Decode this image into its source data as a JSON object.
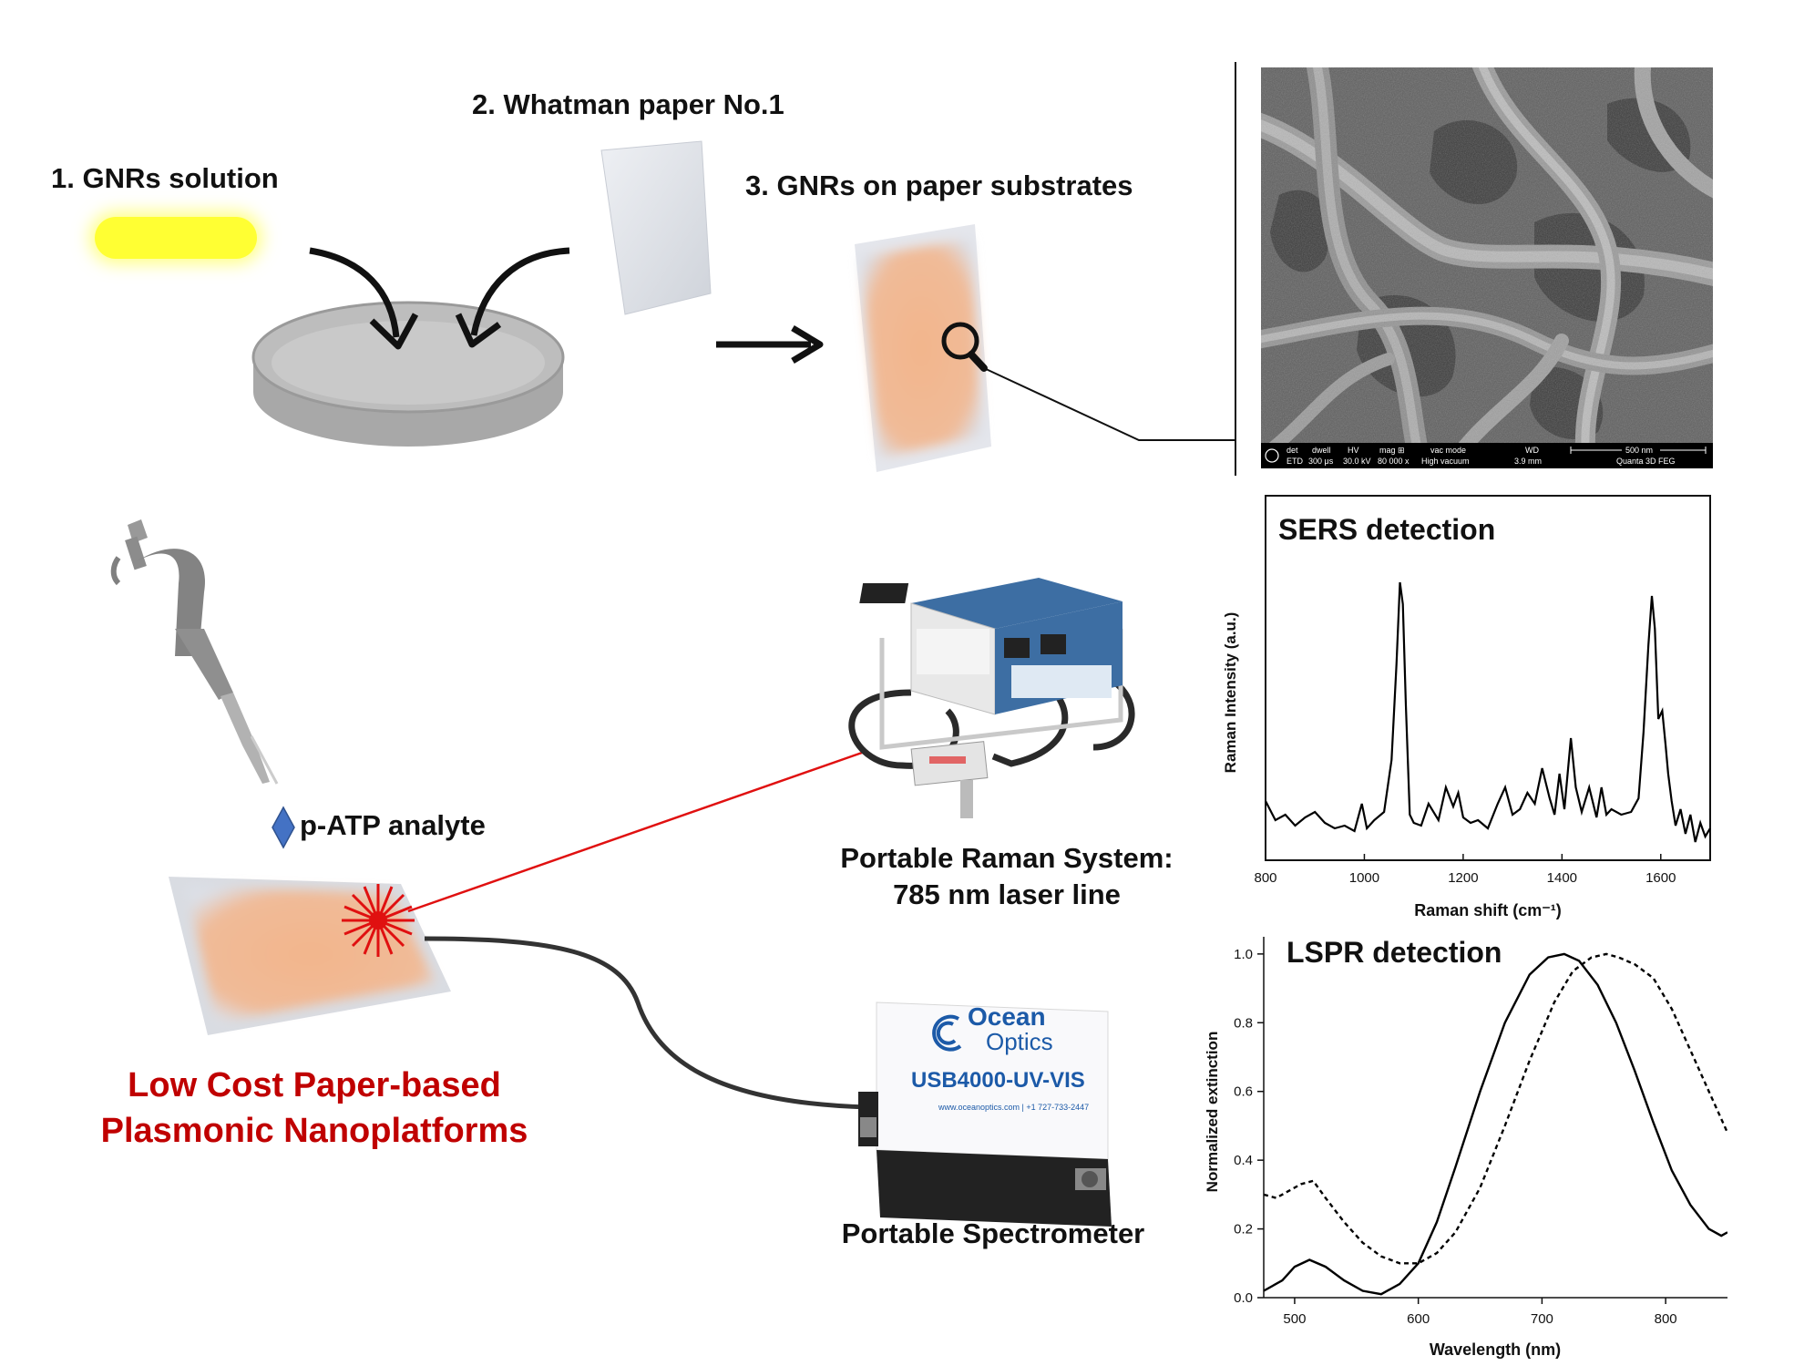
{
  "steps": {
    "step1": "1. GNRs solution",
    "step2": "2. Whatman paper No.1",
    "step3": "3. GNRs on paper substrates"
  },
  "analyte": "p-ATP analyte",
  "platform_title": [
    "Low Cost Paper-based",
    "Plasmonic Nanoplatforms"
  ],
  "raman_system": [
    "Portable Raman System:",
    "785 nm laser line"
  ],
  "spectrometer": {
    "caption": "Portable Spectrometer",
    "brand_top": "Ocean",
    "brand_bottom": "Optics",
    "model": "USB4000-UV-VIS",
    "small_print": "www.oceanoptics.com | +1 727-733-2447"
  },
  "sem": {
    "info_headers": [
      "det",
      "dwell",
      "HV",
      "mag ⊞",
      "vac mode",
      "WD",
      "500 nm"
    ],
    "info_values": [
      "ETD",
      "300 μs",
      "30.0 kV",
      "80 000 x",
      "High vacuum",
      "3.9 mm",
      "Quanta 3D FEG"
    ]
  },
  "colors": {
    "laser": "#e01010",
    "title_red": "#c00000",
    "gnr_yellow": "#ffff33",
    "substrate": "#f0b896",
    "diamond": "#4472c4"
  },
  "chart_data": [
    {
      "type": "line",
      "title": "SERS detection",
      "xlabel": "Raman shift (cm⁻¹)",
      "ylabel": "Raman Intensity (a.u.)",
      "xlim": [
        800,
        1700
      ],
      "ylim": [
        0,
        1
      ],
      "xticks": [
        800,
        1000,
        1200,
        1400,
        1600
      ],
      "series": [
        {
          "x": [
            800,
            820,
            840,
            860,
            880,
            900,
            920,
            940,
            960,
            980,
            995,
            1005,
            1020,
            1040,
            1055,
            1065,
            1072,
            1078,
            1084,
            1092,
            1100,
            1115,
            1130,
            1150,
            1165,
            1180,
            1190,
            1200,
            1215,
            1230,
            1250,
            1270,
            1285,
            1300,
            1315,
            1330,
            1345,
            1360,
            1375,
            1385,
            1395,
            1405,
            1418,
            1428,
            1440,
            1455,
            1470,
            1480,
            1490,
            1500,
            1520,
            1540,
            1555,
            1565,
            1575,
            1582,
            1588,
            1595,
            1603,
            1610,
            1615,
            1622,
            1630,
            1640,
            1650,
            1660,
            1670,
            1680,
            1690,
            1700
          ],
          "y": [
            0.15,
            0.08,
            0.1,
            0.06,
            0.09,
            0.11,
            0.07,
            0.05,
            0.06,
            0.04,
            0.14,
            0.05,
            0.08,
            0.11,
            0.3,
            0.65,
            0.95,
            0.87,
            0.5,
            0.1,
            0.07,
            0.06,
            0.14,
            0.08,
            0.2,
            0.13,
            0.18,
            0.09,
            0.07,
            0.08,
            0.05,
            0.14,
            0.2,
            0.1,
            0.12,
            0.18,
            0.14,
            0.27,
            0.16,
            0.1,
            0.25,
            0.12,
            0.38,
            0.2,
            0.11,
            0.2,
            0.09,
            0.2,
            0.1,
            0.12,
            0.1,
            0.11,
            0.16,
            0.4,
            0.72,
            0.9,
            0.78,
            0.45,
            0.48,
            0.35,
            0.25,
            0.15,
            0.06,
            0.12,
            0.03,
            0.1,
            0.0,
            0.07,
            0.02,
            0.05
          ]
        }
      ]
    },
    {
      "type": "line",
      "title": "LSPR detection",
      "xlabel": "Wavelength (nm)",
      "ylabel": "Normalized extinction",
      "xlim": [
        475,
        850
      ],
      "ylim": [
        0.0,
        1.05
      ],
      "xticks": [
        500,
        600,
        700,
        800
      ],
      "yticks": [
        0.0,
        0.2,
        0.4,
        0.6,
        0.8,
        1.0
      ],
      "series": [
        {
          "style": "solid",
          "x": [
            475,
            490,
            500,
            512,
            525,
            540,
            555,
            570,
            585,
            600,
            615,
            630,
            650,
            670,
            690,
            705,
            718,
            730,
            745,
            760,
            775,
            790,
            805,
            820,
            835,
            845,
            850
          ],
          "y": [
            0.02,
            0.05,
            0.09,
            0.11,
            0.09,
            0.05,
            0.02,
            0.01,
            0.04,
            0.1,
            0.22,
            0.38,
            0.6,
            0.8,
            0.94,
            0.99,
            1.0,
            0.98,
            0.91,
            0.8,
            0.66,
            0.51,
            0.37,
            0.27,
            0.2,
            0.18,
            0.19
          ]
        },
        {
          "style": "dashed",
          "x": [
            475,
            485,
            495,
            505,
            515,
            525,
            540,
            555,
            570,
            585,
            600,
            615,
            630,
            650,
            670,
            690,
            710,
            725,
            740,
            752,
            762,
            775,
            790,
            805,
            820,
            835,
            850
          ],
          "y": [
            0.3,
            0.29,
            0.31,
            0.33,
            0.34,
            0.29,
            0.22,
            0.16,
            0.12,
            0.1,
            0.1,
            0.13,
            0.19,
            0.32,
            0.5,
            0.69,
            0.86,
            0.95,
            0.99,
            1.0,
            0.99,
            0.97,
            0.93,
            0.84,
            0.72,
            0.6,
            0.48
          ]
        }
      ]
    }
  ]
}
